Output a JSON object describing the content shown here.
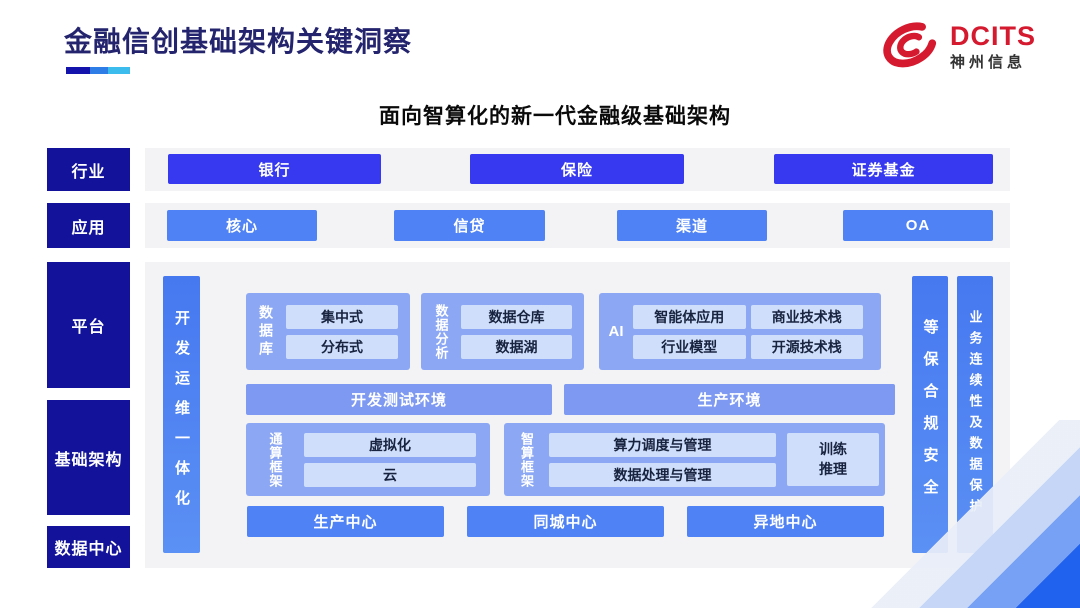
{
  "page": {
    "title": "金融信创基础架构关键洞察",
    "subtitle": "面向智算化的新一代金融级基础架构"
  },
  "logo": {
    "brand": "DCITS",
    "company": "神州信息",
    "icon": "red-swirl-icon"
  },
  "rows": {
    "industry": {
      "label": "行业",
      "items": [
        "银行",
        "保险",
        "证券基金"
      ]
    },
    "application": {
      "label": "应用",
      "items": [
        "核心",
        "信贷",
        "渠道",
        "OA"
      ]
    },
    "platform": {
      "label": "平台"
    },
    "infrastructure": {
      "label": "基础架构"
    },
    "datacenter": {
      "label": "数据中心"
    }
  },
  "platform_diagram": {
    "devops_bar": "开发运维一体化",
    "database": {
      "label": "数据库",
      "items": [
        "集中式",
        "分布式"
      ]
    },
    "analytics": {
      "label": "数据分析",
      "items": [
        "数据仓库",
        "数据湖"
      ]
    },
    "ai": {
      "label": "AI",
      "items": [
        "智能体应用",
        "商业技术栈",
        "行业模型",
        "开源技术栈"
      ]
    },
    "environments": {
      "dev_test": "开发测试环境",
      "production": "生产环境"
    },
    "general_compute": {
      "label": "通算框架",
      "items": [
        "虚拟化",
        "云"
      ]
    },
    "ai_compute": {
      "label": "智算框架",
      "items": [
        "算力调度与管理",
        "数据处理与管理"
      ],
      "training": "训练推理"
    },
    "centers": [
      "生产中心",
      "同城中心",
      "异地中心"
    ],
    "security_bar": "等保合规安全",
    "continuity_bar": "业务连续性及数据保护"
  },
  "colors": {
    "brand_red": "#d5192e",
    "layer_navy": "#12129b",
    "industry_node_blue": "#3639ef",
    "application_node_blue": "#4f82f4",
    "vertical_bar_blue": "#4b80f2",
    "group_blue": "#8ca7f3",
    "pill_blue": "#cfdefb",
    "corner_blue": "#2062ee"
  }
}
